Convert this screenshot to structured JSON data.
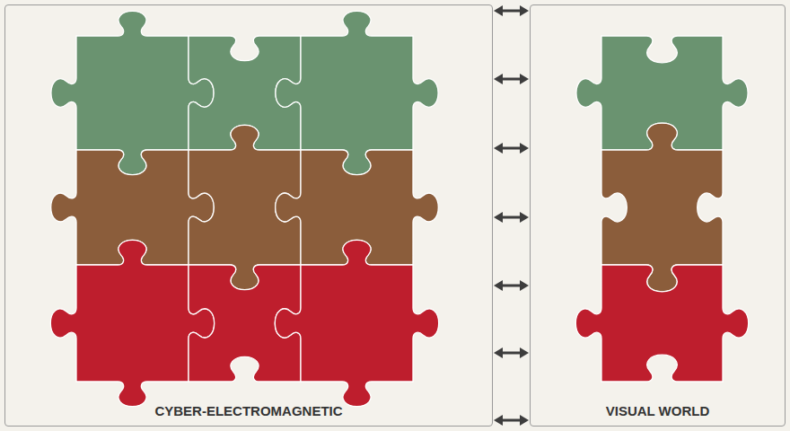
{
  "diagram": {
    "nodes": [
      {
        "text": [
          "CYBER-ELECTROMAGNETIC"
        ]
      },
      {
        "text": [
          "VISUAL WORLD"
        ]
      }
    ],
    "edges": [
      {
        "from": 0,
        "to": 1,
        "arrow": "both"
      },
      {
        "from": 0,
        "to": 1,
        "arrow": "both"
      },
      {
        "from": 0,
        "to": 1,
        "arrow": "both"
      },
      {
        "from": 0,
        "to": 1,
        "arrow": "both"
      },
      {
        "from": 0,
        "to": 1,
        "arrow": "both"
      },
      {
        "from": 0,
        "to": 1,
        "arrow": "both"
      },
      {
        "from": 0,
        "to": 1,
        "arrow": "both"
      }
    ]
  }
}
